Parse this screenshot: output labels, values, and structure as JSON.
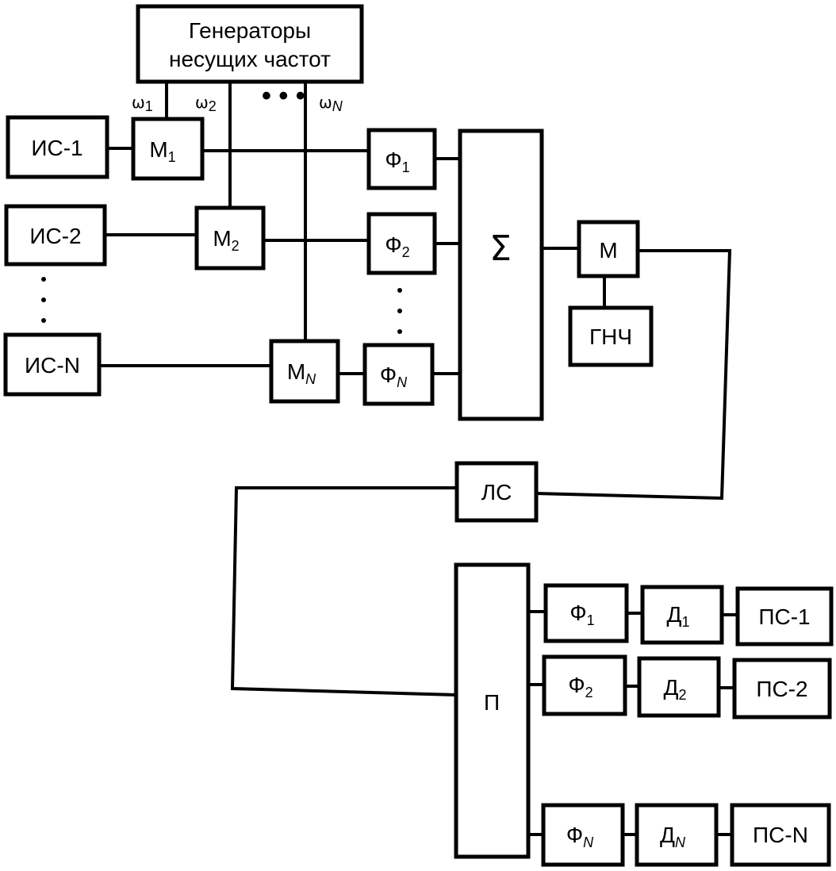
{
  "generator": {
    "line1": "Генераторы",
    "line2": "несущих частот"
  },
  "carriers": [
    {
      "sym": "ω",
      "sub": "1"
    },
    {
      "sym": "ω",
      "sub": "2"
    },
    {
      "sym": "ω",
      "sub": "N"
    }
  ],
  "sources": [
    "ИС-1",
    "ИС-2",
    "ИС-N"
  ],
  "modulators": [
    {
      "base": "М",
      "sub": "1"
    },
    {
      "base": "М",
      "sub": "2"
    },
    {
      "base": "М",
      "sub": "N"
    }
  ],
  "tx_filters": [
    {
      "base": "Ф",
      "sub": "1"
    },
    {
      "base": "Ф",
      "sub": "2"
    },
    {
      "base": "Ф",
      "sub": "N"
    }
  ],
  "summator": "Σ",
  "modulator_main": "М",
  "lf_generator": "ГНЧ",
  "channel": "ЛС",
  "receiver": "П",
  "rx_filters": [
    {
      "base": "Ф",
      "sub": "1"
    },
    {
      "base": "Ф",
      "sub": "2"
    },
    {
      "base": "Ф",
      "sub": "N"
    }
  ],
  "detectors": [
    {
      "base": "Д",
      "sub": "1"
    },
    {
      "base": "Д",
      "sub": "2"
    },
    {
      "base": "Д",
      "sub": "N"
    }
  ],
  "sinks": [
    "ПС-1",
    "ПС-2",
    "ПС-N"
  ],
  "ellipsis": "• • •"
}
